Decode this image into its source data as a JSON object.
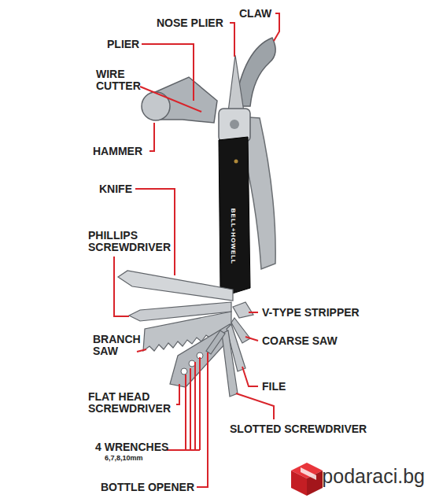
{
  "diagram": {
    "labels": [
      "NOSE PLIER",
      "CLAW",
      "PLIER",
      "WIRE CUTTER",
      "HAMMER",
      "KNIFE",
      "PHILLIPS SCREWDRIVER",
      "V-TYPE STRIPPER",
      "COARSE SAW",
      "BRANCH SAW",
      "FILE",
      "FLAT HEAD SCREWDRIVER",
      "SLOTTED SCREWDRIVER",
      "4 WRENCHES",
      "6,7,8,10mm",
      "BOTTLE OPENER",
      "BELL+HOWELL",
      "podaraci.bg"
    ]
  }
}
